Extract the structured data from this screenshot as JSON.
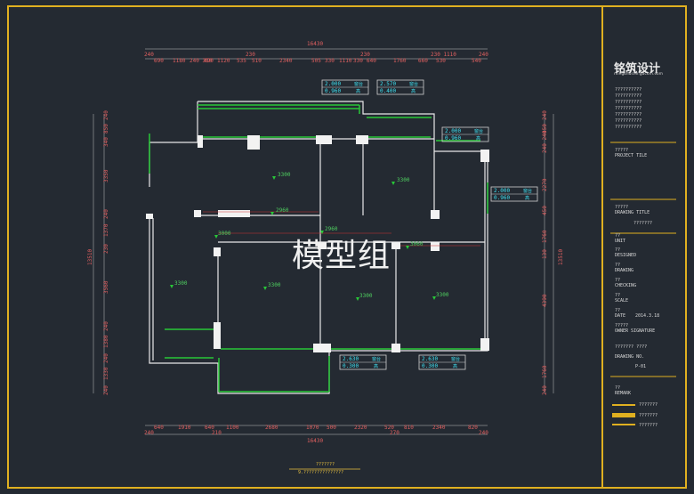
{
  "titleblock": {
    "logo": "铭筑设计",
    "logo_sub": "mingzhushe.gacom.com",
    "company_lines": [
      "??????????",
      "??????????",
      "??????????",
      "??????????",
      "??????????",
      "??????????",
      "??????????"
    ],
    "project_title_cn": "?????",
    "project_title": "PROJECT TILE",
    "drawing_title_cn": "?????",
    "drawing_title": "DRAWING TITLE",
    "drawing_title_value": "???????",
    "unit_cn": "??",
    "unit": "UNIT",
    "designed_cn": "??",
    "designed": "DESIGNED",
    "drawing_cn": "??",
    "drawing": "DRAWING",
    "checking_cn": "??",
    "checking": "CHECKING",
    "scale_cn": "??",
    "scale": "SCALE",
    "date_cn": "??",
    "date_label": "DATE",
    "date_value": "2014.3.18",
    "owner_cn": "?????",
    "owner": "OWNER SIGNATURE",
    "drawing_no_cn": "??????? ????",
    "drawing_no": "DRAWING NO.",
    "drawing_no_value": "P-01",
    "remark_cn": "??",
    "remark": "REMARK",
    "legend": [
      "???????",
      "???????",
      "???????"
    ]
  },
  "watermark": "模型组",
  "footer": {
    "line1": "???????",
    "line2": "9.???????????????"
  },
  "overall_dim": "16430",
  "top_dims_outer": [
    "240",
    "690",
    "1180",
    "240 350",
    "490",
    "1120",
    "535",
    "510",
    "230",
    "2340",
    "505",
    "330",
    "1110",
    "330",
    "640",
    "230",
    "1760",
    "660",
    "530",
    "230 1110",
    "540",
    "240"
  ],
  "bottom_dims_outer": [
    "240",
    "640",
    "1910",
    "640",
    "210",
    "1100",
    "2680",
    "1070",
    "500",
    "2320",
    "520",
    "810",
    "2340",
    "820",
    "270",
    "240"
  ],
  "left_dims": [
    "240",
    "850",
    "340",
    "3350",
    "240",
    "1370",
    "230",
    "3560",
    "240",
    "1380",
    "240",
    "1330",
    "240"
  ],
  "left_total": "13510",
  "right_dims": [
    "240",
    "850",
    "240 240",
    "2270",
    "450",
    "1760",
    "130",
    "4390",
    "1760",
    "240"
  ],
  "right_total": "13510",
  "areas": [
    "3300",
    "3300",
    "3300",
    "2960",
    "3000",
    "2960",
    "3060",
    "3300",
    "3300",
    "3300",
    "3300"
  ],
  "windows": [
    {
      "h": "2.000",
      "w": "0.960",
      "tag1": "窗台",
      "tag2": "高"
    },
    {
      "h": "2.570",
      "w": "0.400",
      "tag1": "窗台",
      "tag2": "高"
    },
    {
      "h": "2.000",
      "w": "0.960",
      "tag1": "窗台",
      "tag2": "高"
    },
    {
      "h": "2.000",
      "w": "0.960",
      "tag1": "窗台",
      "tag2": "高"
    },
    {
      "h": "2.630",
      "w": "0.300",
      "tag1": "窗台",
      "tag2": "高"
    },
    {
      "h": "2.630",
      "w": "0.300",
      "tag1": "窗台",
      "tag2": "高"
    }
  ]
}
